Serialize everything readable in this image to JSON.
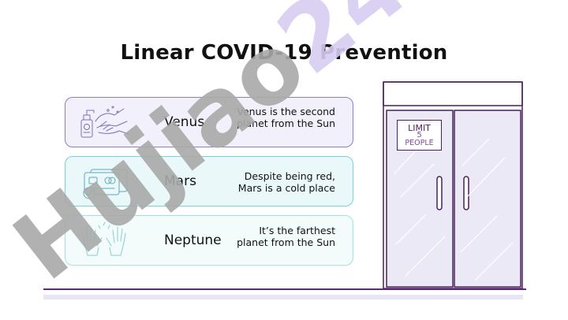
{
  "slide": {
    "title": "Linear COVID-19 Prevention"
  },
  "cards": [
    {
      "name": "Venus",
      "description": "Venus is the second planet from the Sun",
      "icon": "hand-sanitizer-icon"
    },
    {
      "name": "Mars",
      "description": "Despite being red, Mars is a cold place",
      "icon": "contactless-card-icon"
    },
    {
      "name": "Neptune",
      "description": "It’s the farthest planet from the Sun",
      "icon": "raised-hands-icon"
    }
  ],
  "door_sign": {
    "line1": "LIMIT",
    "line2": "5",
    "line3": "PEOPLE"
  },
  "watermark": {
    "text": "Hujiao24"
  },
  "colors": {
    "venus_card_bg": "#f2f0fb",
    "venus_card_border": "#8d7cc8",
    "mars_card_bg": "#eaf8fa",
    "mars_card_border": "#79d1da",
    "neptune_card_bg": "#f3fbfb",
    "neptune_card_border": "#9fe3e2",
    "door_stroke": "#4a1f5e",
    "door_fill": "#ece9f7",
    "watermark_purple": "#d6ccf2",
    "watermark_gray": "#a9a9a9"
  }
}
